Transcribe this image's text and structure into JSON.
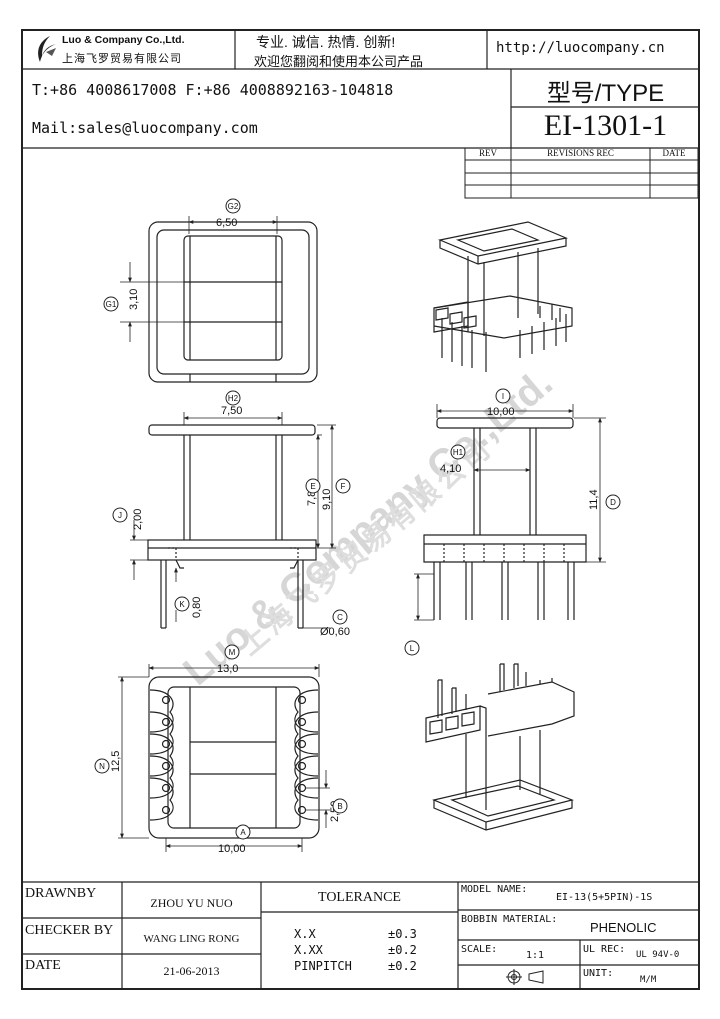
{
  "header": {
    "company_en": "Luo & Company Co.,Ltd.",
    "company_cn": "上海飞罗贸易有限公司",
    "slogan_line1": "专业. 诚信.  热情.  创新!",
    "slogan_line2": "欢迎您翻阅和使用本公司产品",
    "website": "http://luocompany.cn",
    "phone": "T:+86 4008617008 F:+86 4008892163-104818",
    "mail": "Mail:sales@luocompany.com",
    "type_label": "型号/TYPE",
    "model": "EI-1301-1"
  },
  "revisions": {
    "col_rev": "REV",
    "col_rec": "REVISIONS REC",
    "col_date": "DATE"
  },
  "dimensions": {
    "g2": "6,50",
    "g1": "3,10",
    "h2": "7,50",
    "e": "7,80",
    "f": "9,10",
    "j": "2,00",
    "k": "0,80",
    "c": "Ø0,60",
    "i": "10,00",
    "h1": "4,10",
    "d": "11,4",
    "m": "13,0",
    "n": "12,5",
    "b": "2,50",
    "a": "10,00"
  },
  "markers": {
    "g2": "G2",
    "g1": "G1",
    "h2": "H2",
    "e": "E",
    "f": "F",
    "j": "J",
    "k": "K",
    "c": "C",
    "i": "I",
    "h1": "H1",
    "d": "D",
    "l": "L",
    "m": "M",
    "n": "N",
    "b": "B",
    "a": "A"
  },
  "watermark": {
    "en": "Luo & Company Co.,Ltd.",
    "cn": "上海飞罗贸易有限公司"
  },
  "footer": {
    "drawnby_label": "DRAWNBY",
    "drawnby_value": "ZHOU YU NUO",
    "checker_label": "CHECKER BY",
    "checker_value": "WANG LING RONG",
    "date_label": "DATE",
    "date_value": "21-06-2013",
    "tolerance_label": "TOLERANCE",
    "tol_xx_label": "X.X",
    "tol_xx_value": "±0.3",
    "tol_xxx_label": "X.XX",
    "tol_xxx_value": "±0.2",
    "tol_pin_label": "PINPITCH",
    "tol_pin_value": "±0.2",
    "model_name_label": "MODEL NAME:",
    "model_name_value": "EI-13(5+5PIN)-1S",
    "bobbin_label": "BOBBIN MATERIAL:",
    "bobbin_value": "PHENOLIC",
    "scale_label": "SCALE:",
    "scale_value": "1:1",
    "ul_label": "UL REC:",
    "ul_value": "UL 94V-0",
    "unit_label": "UNIT:",
    "unit_value": "M/M"
  }
}
